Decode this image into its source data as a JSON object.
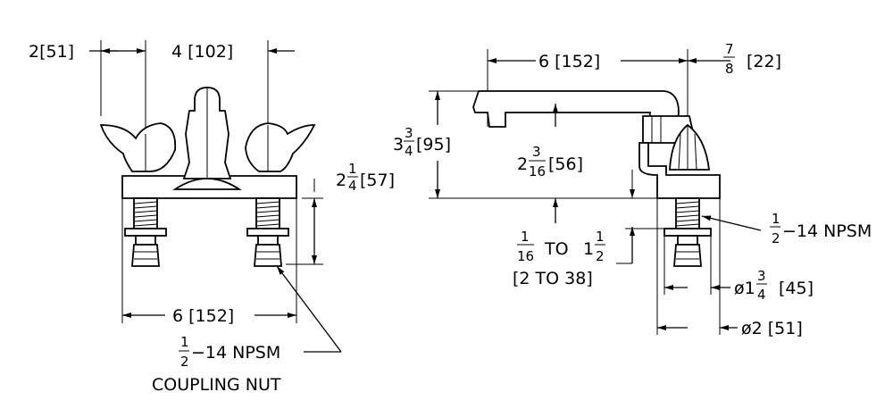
{
  "front_view": {
    "dim_handle_offset": "2[51]",
    "dim_center_spread": "4 [102]",
    "dim_height_whole": "2",
    "dim_height_num": "1",
    "dim_height_den": "4",
    "dim_height_mm": "[57]",
    "dim_overall_width": "6 [152]",
    "callout_num": "1",
    "callout_den": "2",
    "callout_thread": "−14 NPSM",
    "callout_label": "COUPLING NUT"
  },
  "side_view": {
    "dim_spout_reach": "6 [152]",
    "dim_offset_num": "7",
    "dim_offset_den": "8",
    "dim_offset_mm": "[22]",
    "dim_spout_height_whole": "3",
    "dim_spout_height_num": "3",
    "dim_spout_height_den": "4",
    "dim_spout_height_mm": "[95]",
    "dim_clearance_whole": "2",
    "dim_clearance_num": "3",
    "dim_clearance_den": "16",
    "dim_clearance_mm": "[56]",
    "dim_deck_num1": "1",
    "dim_deck_den1": "16",
    "dim_deck_to": "TO",
    "dim_deck_whole2": "1",
    "dim_deck_num2": "1",
    "dim_deck_den2": "2",
    "dim_deck_mm": "[2 TO 38]",
    "thread_num": "1",
    "thread_den": "2",
    "thread_label": "−14 NPSM",
    "dim_shank_dia_prefix": "ø1",
    "dim_shank_dia_num": "3",
    "dim_shank_dia_den": "4",
    "dim_shank_dia_mm": "[45]",
    "dim_base_dia": "ø2 [51]"
  }
}
